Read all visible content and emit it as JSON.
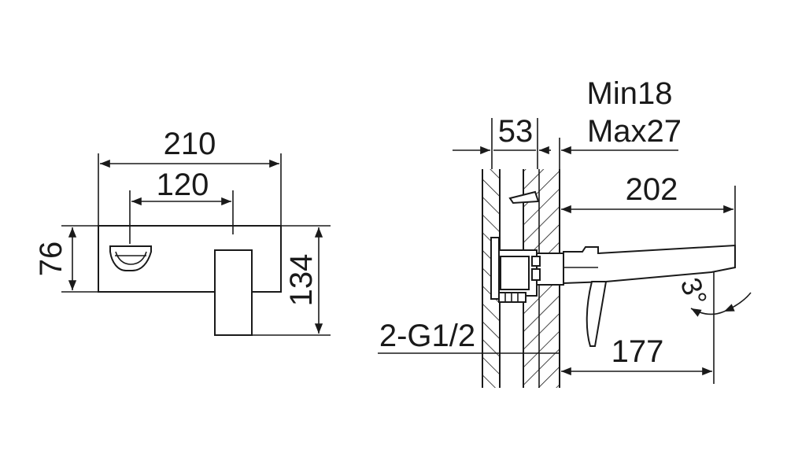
{
  "front_view": {
    "overall_width": "210",
    "spout_to_lever": "120",
    "plate_height": "76",
    "total_height": "134"
  },
  "side_view": {
    "wall_depth": "53",
    "wall_min": "Min18",
    "wall_max": "Max27",
    "spout_reach": "202",
    "spout_outlet_reach": "177",
    "spout_angle": "3°",
    "connection": "2-G1/2"
  },
  "colors": {
    "ink": "#1a1a1a",
    "background": "#ffffff"
  }
}
